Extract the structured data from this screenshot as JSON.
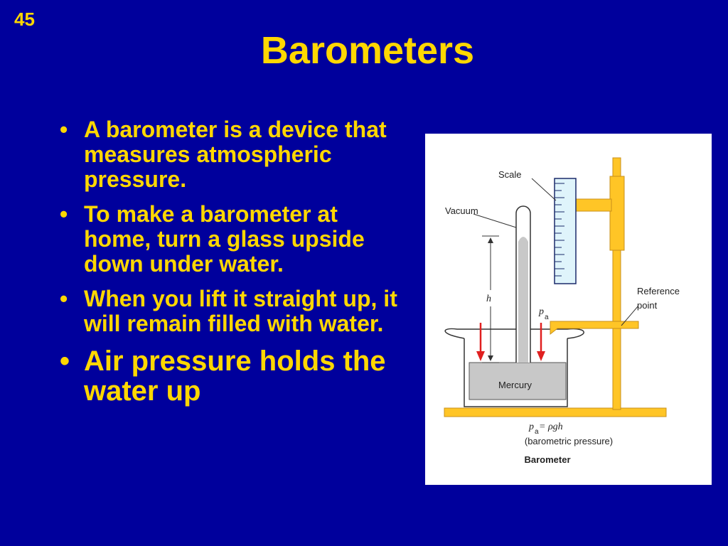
{
  "slide": {
    "number": "45",
    "title": "Barometers",
    "bullets": [
      "A barometer is a device that measures atmospheric pressure.",
      "To make a barometer at home, turn a glass upside down under water.",
      "When you lift it straight up, it will remain filled with water.",
      "Air pressure holds the water up"
    ]
  },
  "diagram": {
    "labels": {
      "scale": "Scale",
      "vacuum": "Vacuum",
      "reference_line1": "Reference",
      "reference_line2": "point",
      "height": "h",
      "pressure_symbol": "p",
      "pressure_sub": "a",
      "mercury": "Mercury",
      "formula_main": "p",
      "formula_sub": "a",
      "formula_rest": " = ρgh",
      "formula_note": "(barometric pressure)",
      "caption": "Barometer"
    },
    "colors": {
      "stand": "#ffc526",
      "stand_edge": "#c8901a",
      "scale_fill": "#dff4fb",
      "mercury": "#c8c8c8",
      "arrow": "#e02020"
    }
  }
}
